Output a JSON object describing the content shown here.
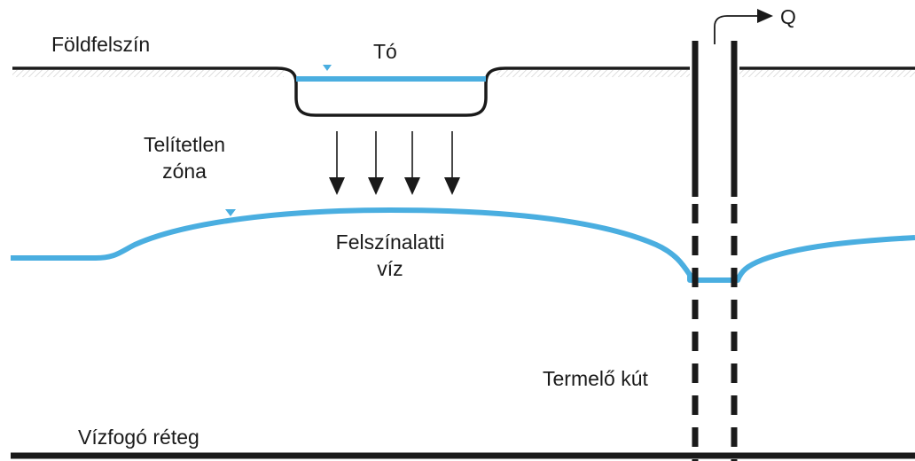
{
  "labels": {
    "ground_surface": "Földfelszín",
    "lake": "Tó",
    "unsaturated_zone_line1": "Telítetlen",
    "unsaturated_zone_line2": "zóna",
    "groundwater_line1": "Felszínalatti",
    "groundwater_line2": "víz",
    "production_well": "Termelő kút",
    "aquitard": "Vízfogó réteg",
    "discharge": "Q"
  },
  "colors": {
    "water": "#4aaee0",
    "line": "#1a1a1a",
    "hatch": "#bdbdbd",
    "background": "#ffffff"
  },
  "icons": {
    "water_level_marker": "inverted-triangle-icon",
    "seepage_arrow": "arrow-down-icon",
    "discharge_arrow": "arrow-right-icon"
  }
}
